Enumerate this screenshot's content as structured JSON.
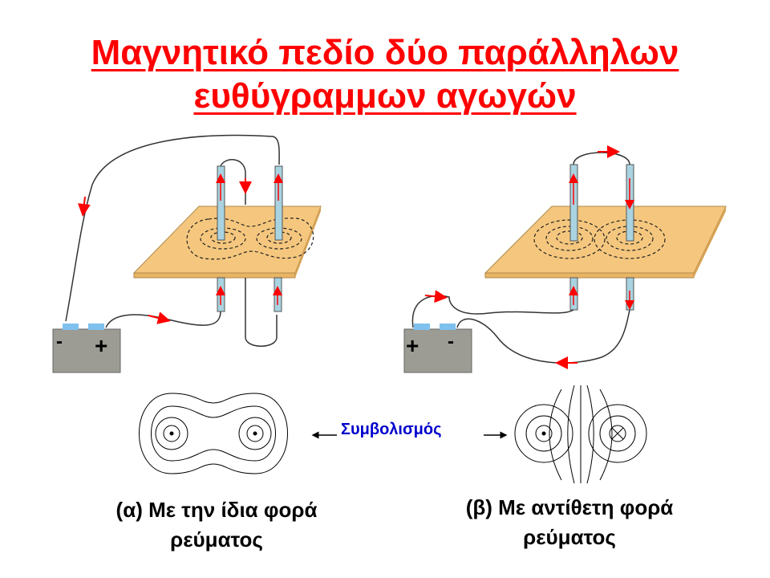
{
  "title": {
    "line1": "Μαγνητικό πεδίο δύο παράλληλων",
    "line2": "ευθύγραμμων αγωγών"
  },
  "symbol_label": "Συμβολισμός",
  "battery_left": {
    "minus": "-",
    "plus": "+"
  },
  "battery_right": {
    "plus": "+",
    "minus": "-"
  },
  "captions": {
    "a_line1": "(α) Με την ίδια φορά",
    "a_line2": "ρεύματος",
    "b_line1": "(β) Με αντίθετη φορά",
    "b_line2": "ρεύματος"
  },
  "colors": {
    "title": "#ff0000",
    "symbol_label": "#0000cc",
    "board": "#f5c77e",
    "arrow": "#ff0000"
  }
}
